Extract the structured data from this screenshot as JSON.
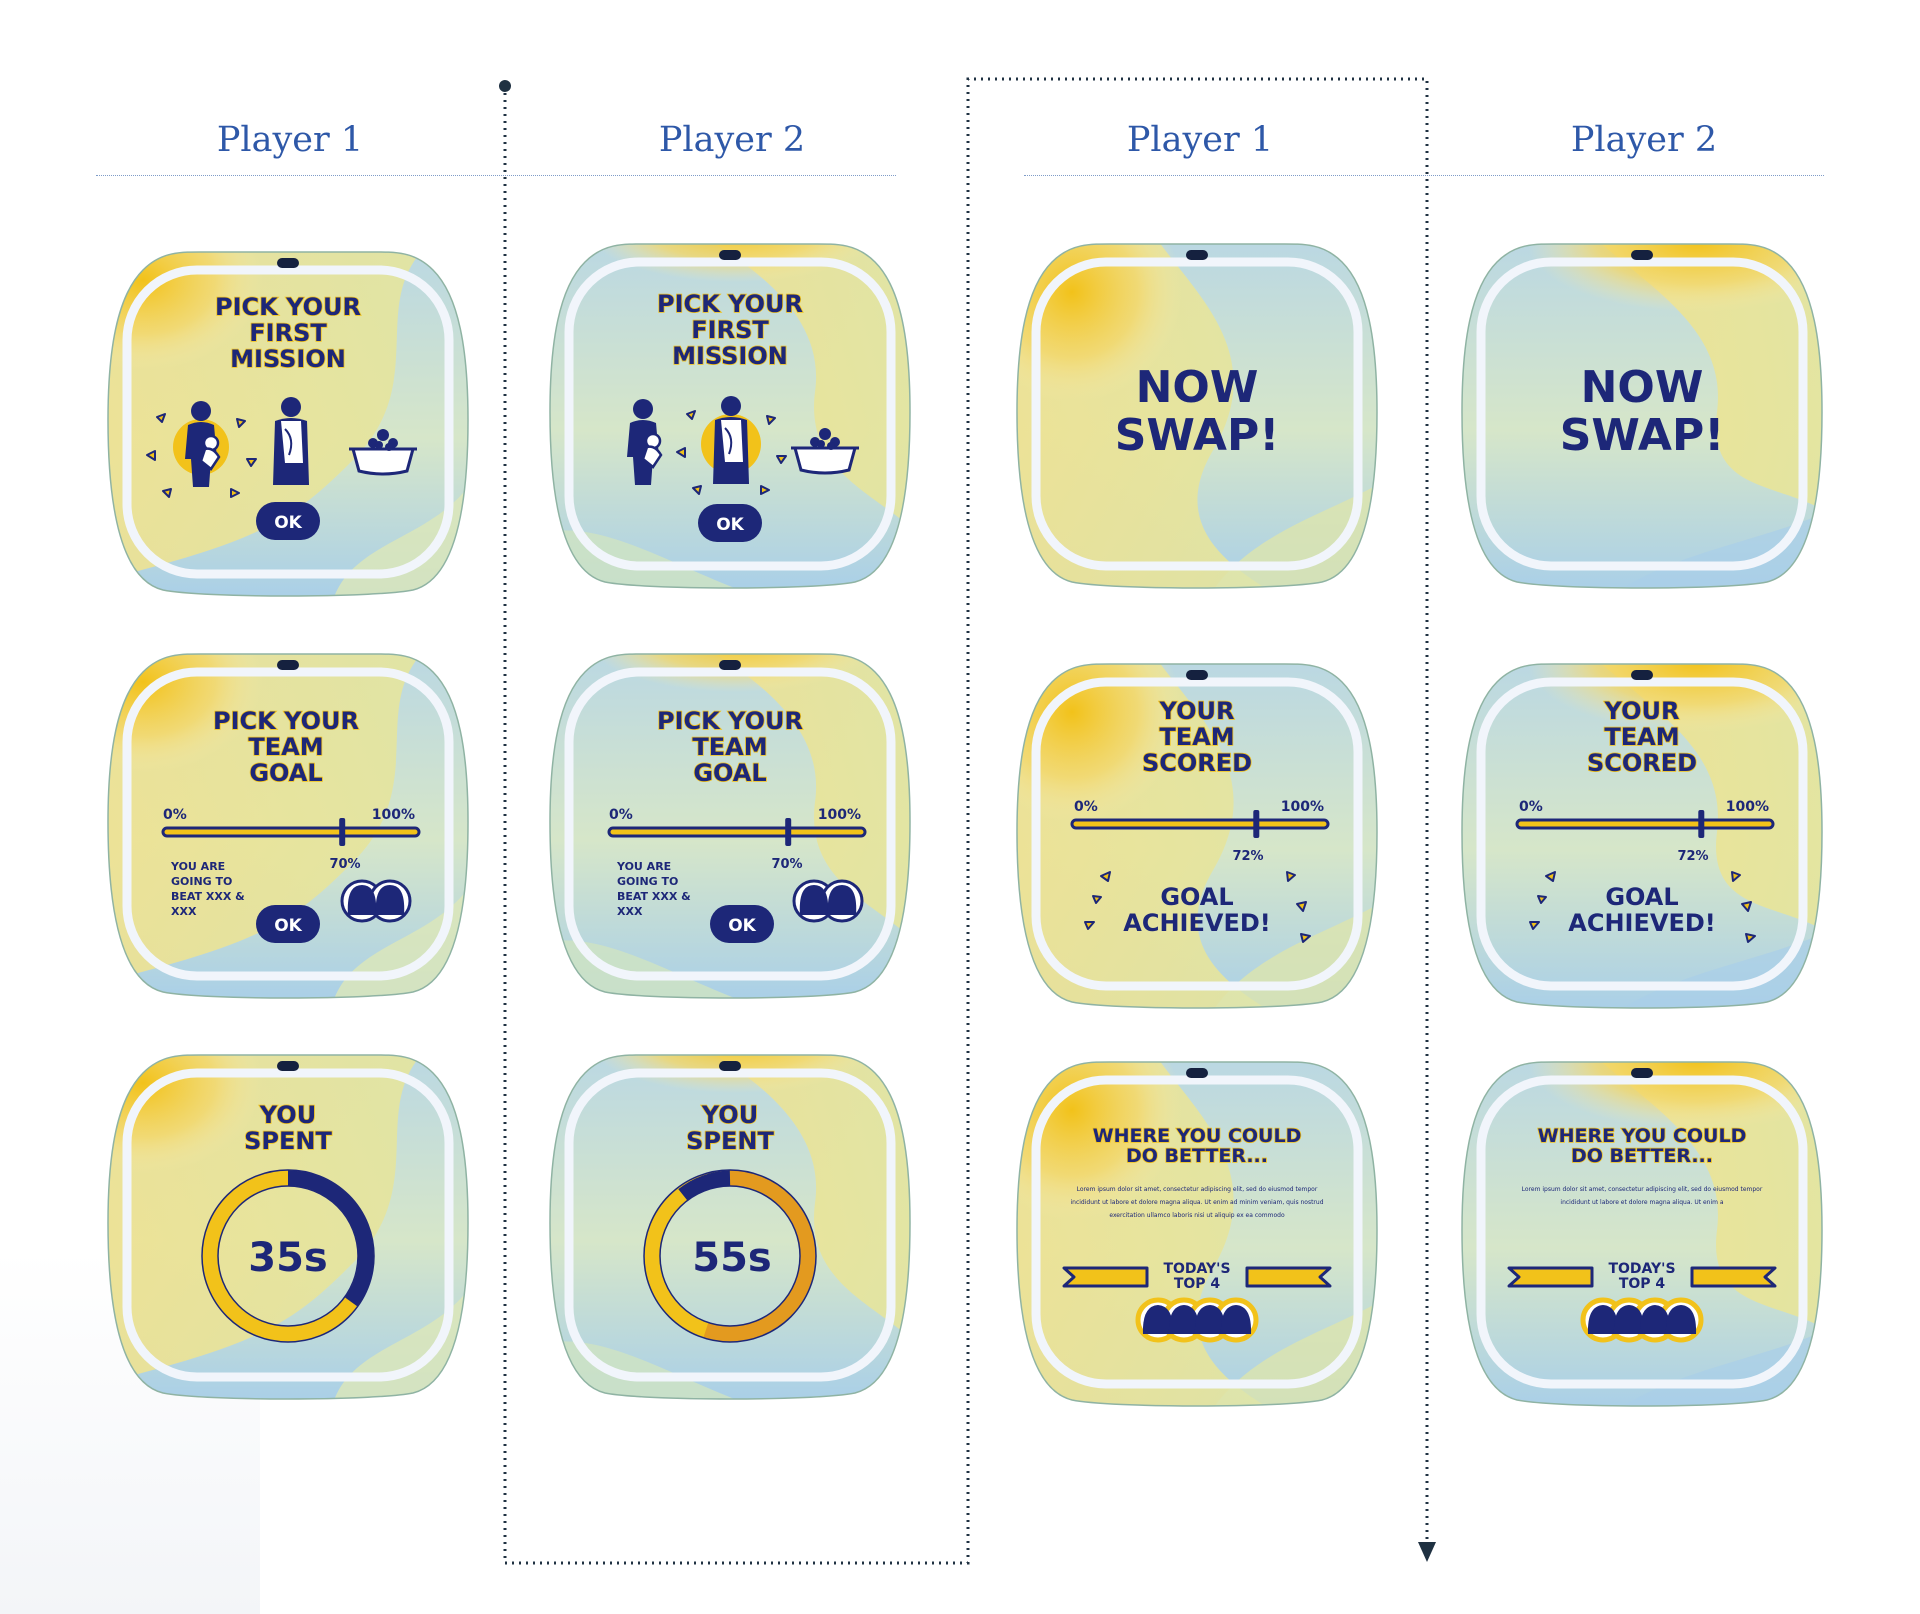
{
  "column_headers": [
    "Player 1",
    "Player 2",
    "Player 1",
    "Player 2"
  ],
  "cards": {
    "mission_p1": {
      "title": [
        "PICK YOUR",
        "FIRST",
        "MISSION"
      ],
      "button": "OK"
    },
    "mission_p2": {
      "title": [
        "PICK YOUR",
        "FIRST",
        "MISSION"
      ],
      "button": "OK"
    },
    "goal_p1": {
      "title": [
        "PICK YOUR",
        "TEAM",
        "GOAL"
      ],
      "min": "0%",
      "max": "100%",
      "value": 70,
      "value_label": "70%",
      "message": [
        "YOU ARE",
        "GOING TO",
        "BEAT XXX &",
        "XXX"
      ],
      "button": "OK"
    },
    "goal_p2": {
      "title": [
        "PICK YOUR",
        "TEAM",
        "GOAL"
      ],
      "min": "0%",
      "max": "100%",
      "value": 70,
      "value_label": "70%",
      "message": [
        "YOU ARE",
        "GOING TO",
        "BEAT XXX &",
        "XXX"
      ],
      "button": "OK"
    },
    "spent_p1": {
      "title": [
        "YOU",
        "SPENT"
      ],
      "time": "35s",
      "progress": 0.35
    },
    "spent_p2": {
      "title": [
        "YOU",
        "SPENT"
      ],
      "time": "55s",
      "progress": 0.55
    },
    "swap_p1": {
      "title": [
        "NOW",
        "SWAP!"
      ]
    },
    "swap_p2": {
      "title": [
        "NOW",
        "SWAP!"
      ]
    },
    "scored_p1": {
      "title": [
        "YOUR",
        "TEAM",
        "SCORED"
      ],
      "min": "0%",
      "max": "100%",
      "value": 72,
      "value_label": "72%",
      "result": [
        "GOAL",
        "ACHIEVED!"
      ]
    },
    "scored_p2": {
      "title": [
        "YOUR",
        "TEAM",
        "SCORED"
      ],
      "min": "0%",
      "max": "100%",
      "value": 72,
      "value_label": "72%",
      "result": [
        "GOAL",
        "ACHIEVED!"
      ]
    },
    "better_p1": {
      "title": [
        "WHERE YOU COULD",
        "DO BETTER..."
      ],
      "body": [
        "Lorem ipsum dolor sit amet, consectetur adipiscing elit, sed do eiusmod tempor",
        "incididunt ut labore et dolore magna aliqua. Ut enim ad minim veniam, quis nostrud",
        "exercitation ullamco laboris nisi ut aliquip ex ea commodo"
      ],
      "top_label": [
        "TODAY'S",
        "TOP 4"
      ]
    },
    "better_p2": {
      "title": [
        "WHERE YOU COULD",
        "DO BETTER..."
      ],
      "body": [
        "Lorem ipsum dolor sit amet, consectetur adipiscing elit, sed do eiusmod tempor",
        "incididunt ut labore et dolore magna aliqua. Ut enim a"
      ],
      "top_label": [
        "TODAY'S",
        "TOP 4"
      ]
    }
  },
  "colors": {
    "navy": "#1d2778",
    "yellow": "#f2c21a",
    "orange": "#e39a1f",
    "header": "#2e58a8",
    "flow_line": "#1f3142"
  }
}
